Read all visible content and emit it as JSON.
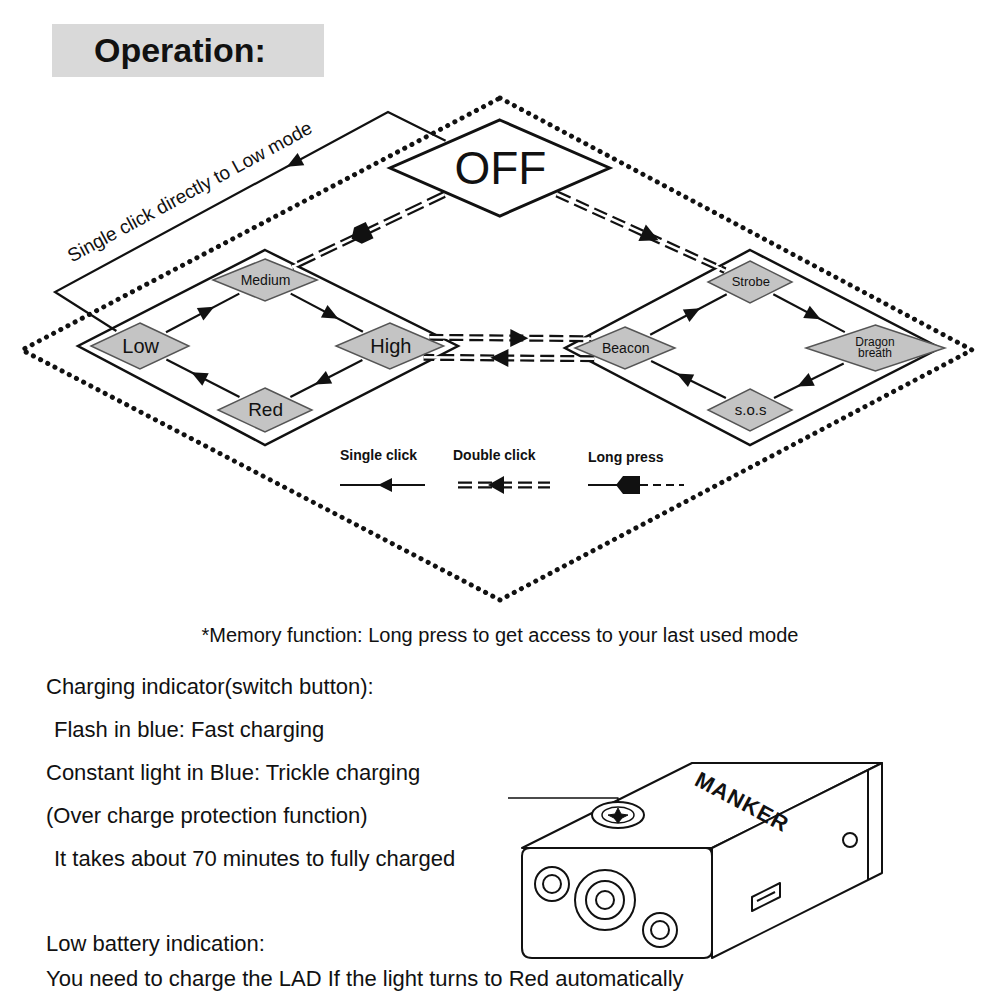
{
  "diagram": {
    "title": "Operation:",
    "nodes": [
      {
        "text": [
          "OFF"
        ]
      },
      {
        "text": [
          "Medium"
        ]
      },
      {
        "text": [
          "Low"
        ]
      },
      {
        "text": [
          "High"
        ]
      },
      {
        "text": [
          "Red"
        ]
      },
      {
        "text": [
          "Strobe"
        ]
      },
      {
        "text": [
          "Beacon"
        ]
      },
      {
        "text": [
          "Dragon breath"
        ]
      },
      {
        "text": [
          "s.o.s"
        ]
      }
    ],
    "edges": [
      {
        "from": 0,
        "to": 2,
        "label": "Single click directly to Low mode",
        "arrow": "to"
      },
      {
        "from": 0,
        "to": 1,
        "arrow": "to"
      },
      {
        "from": 0,
        "to": 5,
        "arrow": "to"
      },
      {
        "from": 2,
        "to": 1,
        "arrow": "to"
      },
      {
        "from": 1,
        "to": 3,
        "arrow": "to"
      },
      {
        "from": 3,
        "to": 4,
        "arrow": "to"
      },
      {
        "from": 4,
        "to": 2,
        "arrow": "to"
      },
      {
        "from": 6,
        "to": 5,
        "arrow": "to"
      },
      {
        "from": 5,
        "to": 7,
        "arrow": "to"
      },
      {
        "from": 7,
        "to": 8,
        "arrow": "to"
      },
      {
        "from": 8,
        "to": 6,
        "arrow": "to"
      },
      {
        "from": 3,
        "to": 6,
        "arrow": "to"
      },
      {
        "from": 6,
        "to": 3,
        "arrow": "to"
      }
    ],
    "labels": [
      "*Memory function: Long press to get access to your last used mode",
      "Charging indicator(switch button):",
      "Flash in blue: Fast charging",
      "Constant light in Blue: Trickle charging",
      "(Over charge protection function)",
      "It takes about 70 minutes to fully charged",
      "MANKER",
      "Low battery indication:",
      "You need to charge the LAD If the light turns to Red automatically"
    ],
    "legend": [
      {
        "text": "Single click"
      },
      {
        "text": "Double click"
      },
      {
        "text": "Long press"
      }
    ]
  }
}
